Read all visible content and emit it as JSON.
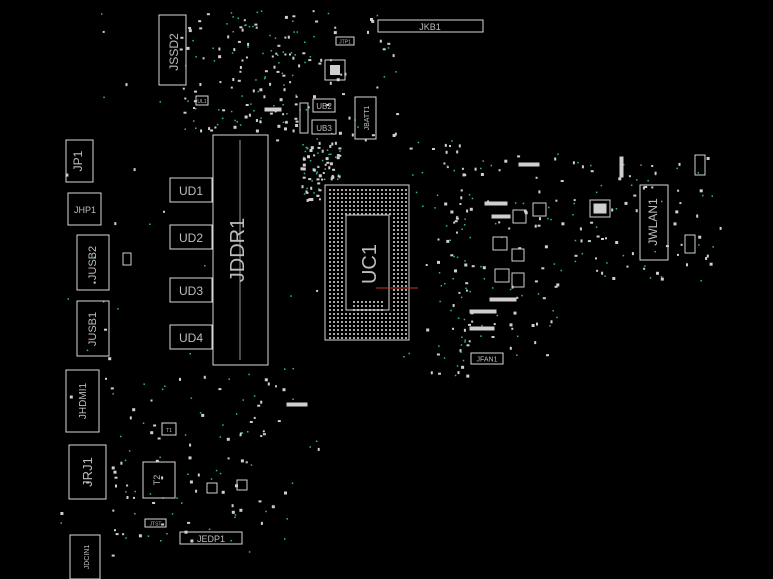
{
  "board": {
    "background": "#000000",
    "outline_color": "#d8d8d8",
    "label_color": "#bdbdbd",
    "via_color": "#2fb7a6",
    "guide_line_color": "#c0392b"
  },
  "labels": {
    "jkb1": "JKB1",
    "jssd2": "JSSD2",
    "jtp1": "JTP1",
    "ub2": "UB2",
    "ub3": "UB3",
    "jbatt1": "JBATT1",
    "jp1": "JP1",
    "jhp1": "JHP1",
    "jusb2": "JUSB2",
    "jusb1": "JUSB1",
    "jhdmi1": "JHDMI1",
    "jrj1": "JRJ1",
    "jdcin1": "JDCIN1",
    "ud1": "UD1",
    "ud2": "UD2",
    "ud3": "UD3",
    "ud4": "UD4",
    "jddr1": "JDDR1",
    "uc1": "UC1",
    "jwlan1": "JWLAN1",
    "jfan1": "JFAN1",
    "jedp1": "JEDP1",
    "jtst": "JTST",
    "t2": "T2",
    "t1": "T1",
    "ul1": "UL1"
  }
}
